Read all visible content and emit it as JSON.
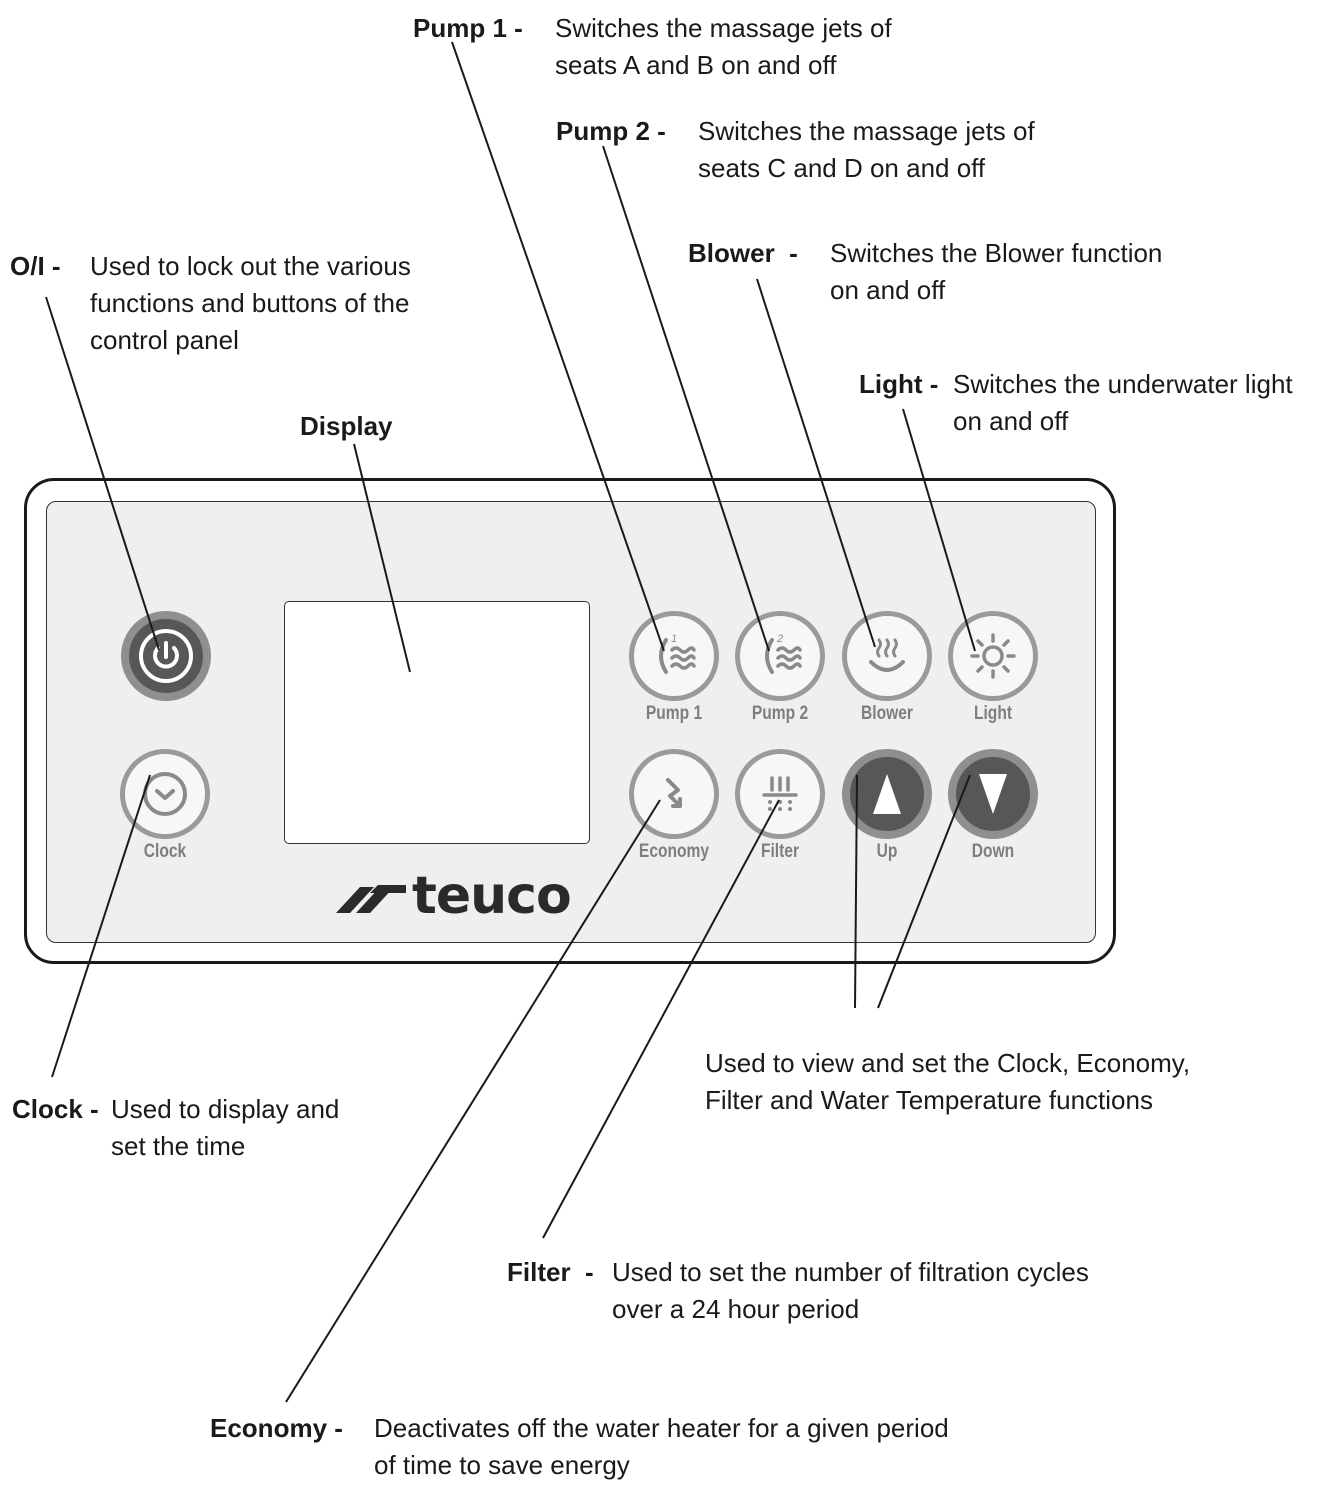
{
  "callouts": {
    "pump1": {
      "label": "Pump 1 -",
      "lines": [
        "Switches the massage jets of",
        "seats A and B on and off"
      ]
    },
    "pump2": {
      "label": "Pump 2 -",
      "lines": [
        "Switches the massage jets of",
        "seats C and D on and off"
      ]
    },
    "blower": {
      "label": "Blower  -",
      "lines": [
        "Switches the Blower function",
        "on and off"
      ]
    },
    "oi": {
      "label": "O/I -",
      "lines": [
        "Used to lock out the various",
        "functions and buttons of the",
        "control panel"
      ]
    },
    "light": {
      "label": "Light -",
      "lines": [
        "Switches the underwater light",
        "on and off"
      ]
    },
    "display": {
      "label": "Display"
    },
    "updown": {
      "lines": [
        "Used to view and set the Clock, Economy,",
        "Filter and Water Temperature functions"
      ]
    },
    "clock": {
      "label": "Clock -",
      "lines": [
        "Used to display and",
        "set the time"
      ]
    },
    "filter": {
      "label": "Filter  -",
      "lines": [
        "Used to set the number of filtration cycles",
        "over a 24 hour period"
      ]
    },
    "economy": {
      "label": "Economy -",
      "lines": [
        "Deactivates off the water heater for a given period",
        "of time to save energy"
      ]
    }
  },
  "panel": {
    "brand": "teuco",
    "buttons": {
      "power": {
        "icon": "power-icon"
      },
      "clock": {
        "caption": "Clock",
        "icon": "clock-icon"
      },
      "pump1": {
        "caption": "Pump 1",
        "icon": "pump1-waves-icon",
        "badge": "1"
      },
      "pump2": {
        "caption": "Pump 2",
        "icon": "pump2-waves-icon",
        "badge": "2"
      },
      "blower": {
        "caption": "Blower",
        "icon": "blower-bubbles-icon"
      },
      "light": {
        "caption": "Light",
        "icon": "sun-icon"
      },
      "economy": {
        "caption": "Economy",
        "icon": "economy-arrow-icon"
      },
      "filter": {
        "caption": "Filter",
        "icon": "filter-icon"
      },
      "up": {
        "caption": "Up",
        "icon": "up-triangle-icon"
      },
      "down": {
        "caption": "Down",
        "icon": "down-triangle-icon"
      }
    }
  },
  "colors": {
    "panel_bg": "#efefef",
    "button_ring": "#9a9a9a",
    "button_dark": "#575757",
    "icon_gray": "#8a8a8a"
  }
}
